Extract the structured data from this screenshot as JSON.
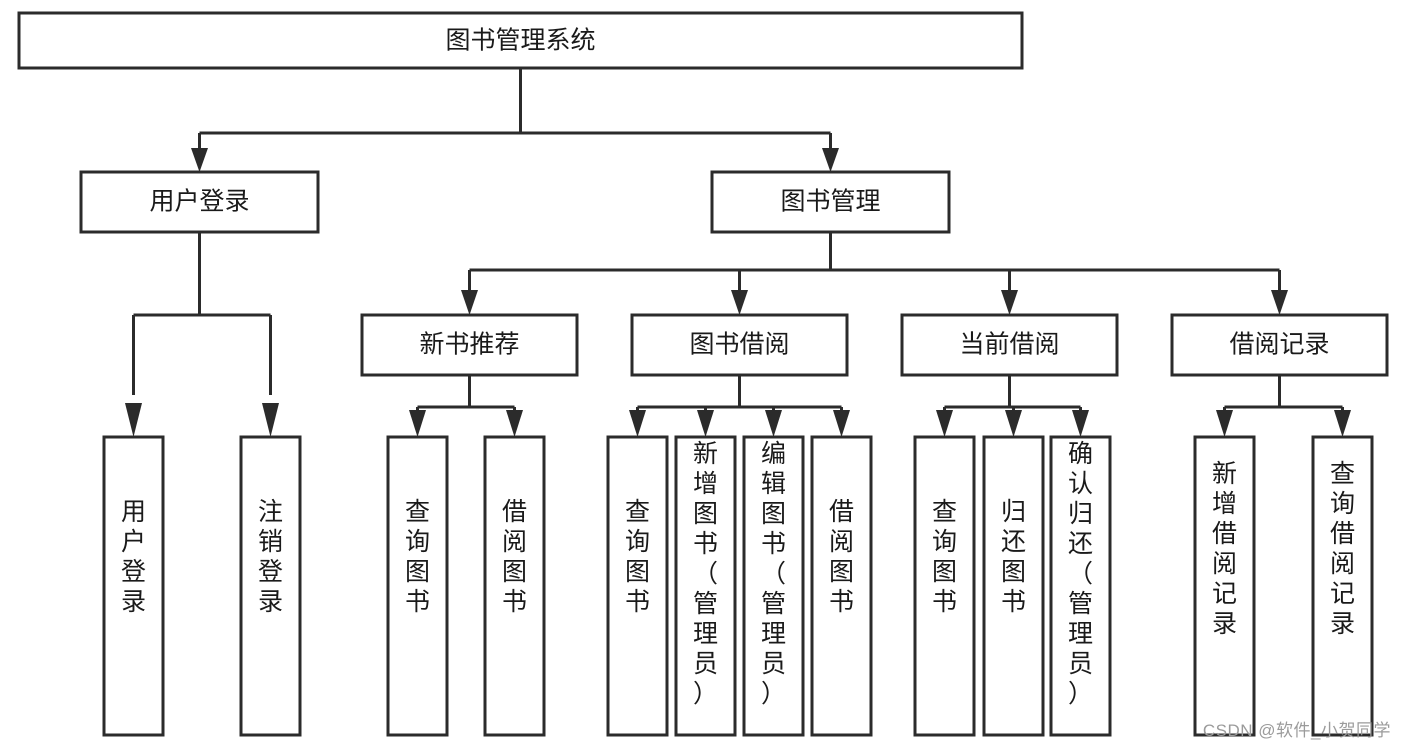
{
  "diagram": {
    "type": "tree-hierarchy-chart",
    "title": "图书管理系统",
    "watermark": "CSDN @软件_小贺同学",
    "colors": {
      "stroke": "#2b2b2b",
      "fill": "#ffffff",
      "text": "#1a1a1a",
      "watermark": "#9b9b9b"
    },
    "levels": {
      "level1": [
        {
          "id": "root",
          "label": "图书管理系统",
          "orientation": "horizontal"
        }
      ],
      "level2": [
        {
          "id": "user-login",
          "label": "用户登录",
          "orientation": "horizontal"
        },
        {
          "id": "book-manage",
          "label": "图书管理",
          "orientation": "horizontal"
        }
      ],
      "level3": [
        {
          "id": "new-book-rec",
          "label": "新书推荐",
          "orientation": "horizontal"
        },
        {
          "id": "book-borrow",
          "label": "图书借阅",
          "orientation": "horizontal"
        },
        {
          "id": "current-borrow",
          "label": "当前借阅",
          "orientation": "horizontal"
        },
        {
          "id": "borrow-record",
          "label": "借阅记录",
          "orientation": "horizontal"
        }
      ],
      "level4": [
        {
          "id": "leaf-user-login",
          "parent": "user-login",
          "label": "用户登录",
          "orientation": "vertical"
        },
        {
          "id": "leaf-logout",
          "parent": "user-login",
          "label": "注销登录",
          "orientation": "vertical"
        },
        {
          "id": "leaf-query-book-1",
          "parent": "new-book-rec",
          "label": "查询图书",
          "orientation": "vertical"
        },
        {
          "id": "leaf-borrow-book-1",
          "parent": "new-book-rec",
          "label": "借阅图书",
          "orientation": "vertical"
        },
        {
          "id": "leaf-query-book-2",
          "parent": "book-borrow",
          "label": "查询图书",
          "orientation": "vertical"
        },
        {
          "id": "leaf-add-book",
          "parent": "book-borrow",
          "label": "新增图书（管理员）",
          "orientation": "vertical"
        },
        {
          "id": "leaf-edit-book",
          "parent": "book-borrow",
          "label": "编辑图书（管理员）",
          "orientation": "vertical"
        },
        {
          "id": "leaf-borrow-book-2",
          "parent": "book-borrow",
          "label": "借阅图书",
          "orientation": "vertical"
        },
        {
          "id": "leaf-query-book-3",
          "parent": "current-borrow",
          "label": "查询图书",
          "orientation": "vertical"
        },
        {
          "id": "leaf-return-book",
          "parent": "current-borrow",
          "label": "归还图书",
          "orientation": "vertical"
        },
        {
          "id": "leaf-confirm-return",
          "parent": "current-borrow",
          "label": "确认归还（管理员）",
          "orientation": "vertical"
        },
        {
          "id": "leaf-add-record",
          "parent": "borrow-record",
          "label": "新增借阅记录",
          "orientation": "vertical"
        },
        {
          "id": "leaf-query-record",
          "parent": "borrow-record",
          "label": "查询借阅记录",
          "orientation": "vertical"
        }
      ]
    }
  }
}
